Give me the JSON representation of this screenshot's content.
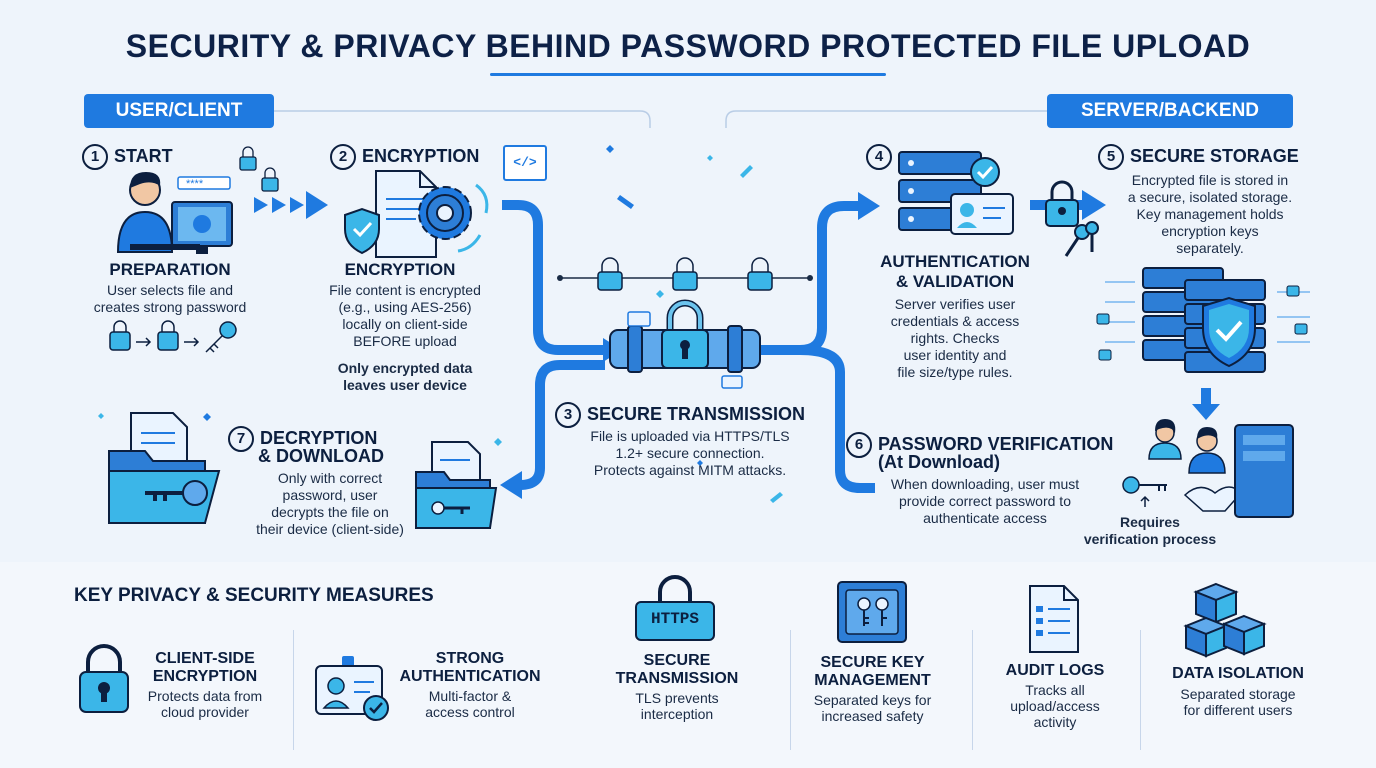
{
  "title": "SECURITY & PRIVACY BEHIND PASSWORD PROTECTED FILE UPLOAD",
  "sections": {
    "client": "USER/CLIENT",
    "server": "SERVER/BACKEND"
  },
  "steps": {
    "s1": {
      "num": "1",
      "label": "START",
      "head": "PREPARATION",
      "text1": "User selects file and",
      "text2": "creates strong password",
      "password_mask": "****"
    },
    "s2": {
      "num": "2",
      "label": "ENCRYPTION",
      "head": "ENCRYPTION",
      "text1": "File content is encrypted",
      "text2": "(e.g., using AES-256)",
      "text3": "locally on client-side",
      "text4": "BEFORE upload",
      "note1": "Only encrypted data",
      "note2": "leaves user device",
      "code_glyph": "</>"
    },
    "s3": {
      "num": "3",
      "label": "SECURE TRANSMISSION",
      "text1": "File is uploaded via HTTPS/TLS",
      "text2": "1.2+ secure connection.",
      "text3": "Protects against MITM attacks."
    },
    "s4": {
      "num": "4",
      "head1": "AUTHENTICATION",
      "head2": "& VALIDATION",
      "text1": "Server verifies user",
      "text2": "credentials & access",
      "text3": "rights. Checks",
      "text4": "user identity and",
      "text5": "file size/type rules."
    },
    "s5": {
      "num": "5",
      "label": "SECURE STORAGE",
      "text1": "Encrypted file is stored in",
      "text2": "a secure, isolated storage.",
      "text3": "Key management holds",
      "text4": "encryption keys",
      "text5": "separately."
    },
    "s6": {
      "num": "6",
      "label1": "PASSWORD VERIFICATION",
      "label2": "(At Download)",
      "text1": "When downloading, user must",
      "text2": "provide correct password to",
      "text3": "authenticate access",
      "req1": "Requires",
      "req2": "verification process"
    },
    "s7": {
      "num": "7",
      "label1": "DECRYPTION",
      "label2": "& DOWNLOAD",
      "text1": "Only with correct",
      "text2": "password, user",
      "text3": "decrypts the file on",
      "text4": "their device (client-side)"
    }
  },
  "measures": {
    "title": "KEY PRIVACY & SECURITY MEASURES",
    "items": [
      {
        "head1": "CLIENT-SIDE",
        "head2": "ENCRYPTION",
        "text1": "Protects data from",
        "text2": "cloud provider"
      },
      {
        "head1": "STRONG",
        "head2": "AUTHENTICATION",
        "text1": "Multi-factor &",
        "text2": "access control"
      },
      {
        "head1": "SECURE",
        "head2": "TRANSMISSION",
        "text1": "TLS prevents",
        "text2": "interception",
        "badge": "HTTPS"
      },
      {
        "head1": "SECURE KEY",
        "head2": "MANAGEMENT",
        "text1": "Separated keys for",
        "text2": "increased safety"
      },
      {
        "head1": "AUDIT LOGS",
        "text1": "Tracks all",
        "text2": "upload/access",
        "text3": "activity"
      },
      {
        "head1": "DATA ISOLATION",
        "text1": "Separated storage",
        "text2": "for different users"
      }
    ]
  },
  "colors": {
    "primary": "#1f7ae0",
    "accent": "#3bb6e8",
    "dark": "#0c1f3f",
    "light": "#cfe4fb"
  }
}
